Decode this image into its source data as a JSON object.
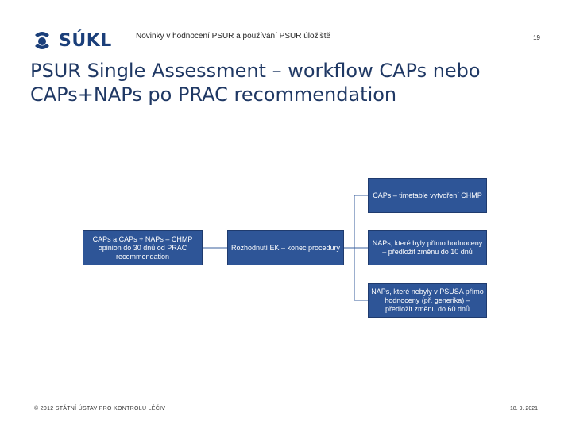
{
  "header": {
    "logo_text": "SÚKL",
    "title": "Novinky v hodnocení PSUR a používání PSUR úložiště",
    "page_number": "19"
  },
  "slide": {
    "title_line1": "PSUR Single Assessment – workflow CAPs nebo",
    "title_line2": "CAPs+NAPs po PRAC recommendation"
  },
  "diagram": {
    "root": "CAPs a CAPs + NAPs – CHMP opinion do 30 dnů od PRAC recommendation",
    "decision": "Rozhodnutí EK – konec procedury",
    "branches": [
      "CAPs – timetable vytvoření CHMP",
      "NAPs, které byly přímo hodnoceny – předložit změnu do 10 dnů",
      "NAPs, které nebyly v PSUSA přímo hodnoceny (př. generika) – předložit změnu do 60 dnů"
    ]
  },
  "footer": {
    "copyright": "© 2012 STÁTNÍ ÚSTAV PRO KONTROLU LÉČIV",
    "date": "18. 9. 2021"
  },
  "colors": {
    "box_fill": "#2e5597",
    "title": "#1f3864"
  }
}
